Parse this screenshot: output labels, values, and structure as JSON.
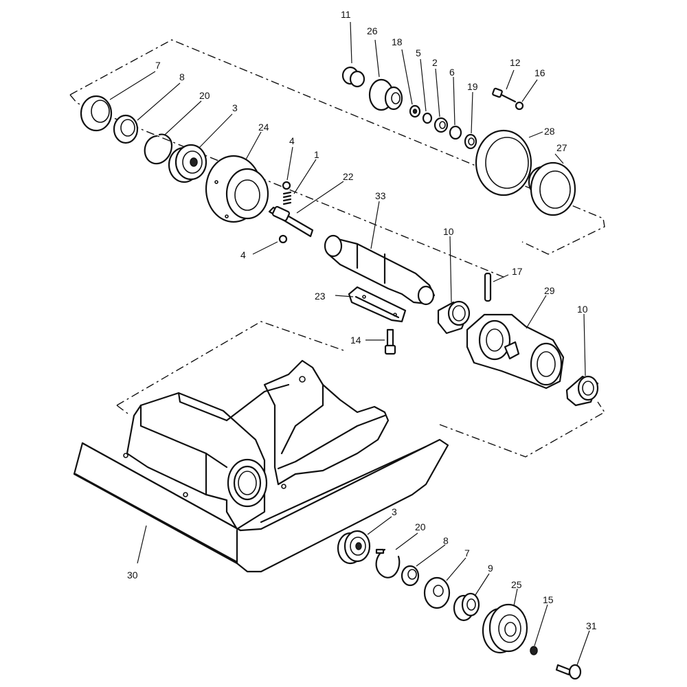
{
  "callouts": [
    {
      "id": "c1",
      "label": "1"
    },
    {
      "id": "c2",
      "label": "2"
    },
    {
      "id": "c3a",
      "label": "3"
    },
    {
      "id": "c3b",
      "label": "3"
    },
    {
      "id": "c4a",
      "label": "4"
    },
    {
      "id": "c4b",
      "label": "4"
    },
    {
      "id": "c5",
      "label": "5"
    },
    {
      "id": "c6",
      "label": "6"
    },
    {
      "id": "c7a",
      "label": "7"
    },
    {
      "id": "c7b",
      "label": "7"
    },
    {
      "id": "c8a",
      "label": "8"
    },
    {
      "id": "c8b",
      "label": "8"
    },
    {
      "id": "c9",
      "label": "9"
    },
    {
      "id": "c10a",
      "label": "10"
    },
    {
      "id": "c10b",
      "label": "10"
    },
    {
      "id": "c11",
      "label": "11"
    },
    {
      "id": "c12",
      "label": "12"
    },
    {
      "id": "c14",
      "label": "14"
    },
    {
      "id": "c15",
      "label": "15"
    },
    {
      "id": "c16",
      "label": "16"
    },
    {
      "id": "c17",
      "label": "17"
    },
    {
      "id": "c18",
      "label": "18"
    },
    {
      "id": "c19",
      "label": "19"
    },
    {
      "id": "c20a",
      "label": "20"
    },
    {
      "id": "c20b",
      "label": "20"
    },
    {
      "id": "c22",
      "label": "22"
    },
    {
      "id": "c23",
      "label": "23"
    },
    {
      "id": "c24",
      "label": "24"
    },
    {
      "id": "c25",
      "label": "25"
    },
    {
      "id": "c26",
      "label": "26"
    },
    {
      "id": "c27",
      "label": "27"
    },
    {
      "id": "c28",
      "label": "28"
    },
    {
      "id": "c29",
      "label": "29"
    },
    {
      "id": "c30",
      "label": "30"
    },
    {
      "id": "c31",
      "label": "31"
    },
    {
      "id": "c33",
      "label": "33"
    }
  ]
}
